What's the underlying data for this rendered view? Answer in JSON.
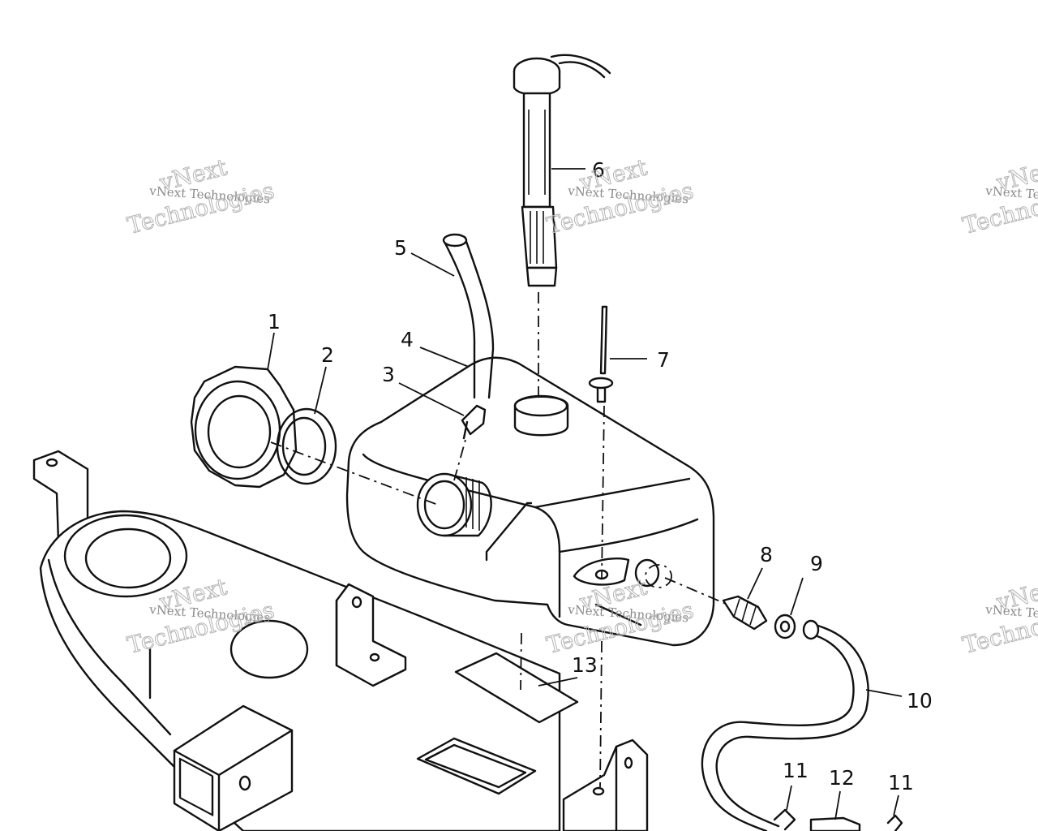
{
  "watermark": {
    "brand": "vNext",
    "text": "vNext Technologies",
    "word": "Technologies"
  },
  "callouts": [
    {
      "id": "callout-1",
      "label": "1"
    },
    {
      "id": "callout-2",
      "label": "2"
    },
    {
      "id": "callout-3",
      "label": "3"
    },
    {
      "id": "callout-4",
      "label": "4"
    },
    {
      "id": "callout-5",
      "label": "5"
    },
    {
      "id": "callout-6",
      "label": "6"
    },
    {
      "id": "callout-7",
      "label": "7"
    },
    {
      "id": "callout-8",
      "label": "8"
    },
    {
      "id": "callout-9",
      "label": "9"
    },
    {
      "id": "callout-10",
      "label": "10"
    },
    {
      "id": "callout-11a",
      "label": "11"
    },
    {
      "id": "callout-11b",
      "label": "11"
    },
    {
      "id": "callout-12",
      "label": "12"
    },
    {
      "id": "callout-13",
      "label": "13"
    }
  ],
  "colors": {
    "ink": "#111111",
    "background": "#ffffff",
    "watermark": "#9a9a9a"
  }
}
